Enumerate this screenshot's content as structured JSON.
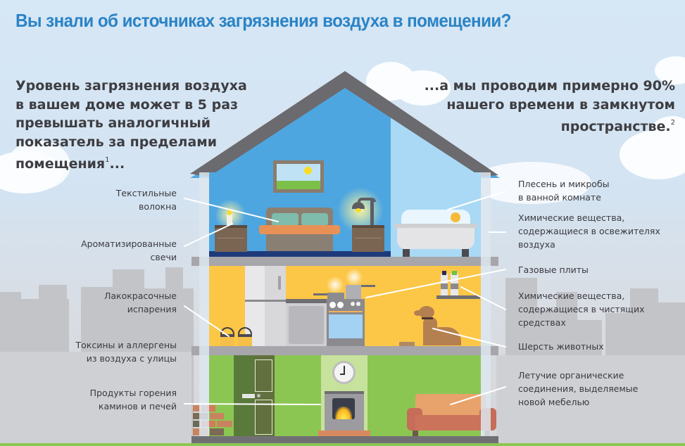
{
  "title": "Вы знали об источниках загрязнения воздуха в помещении?",
  "intro_left": {
    "lines": [
      "Уровень загрязнения воздуха",
      "в вашем доме может в 5 раз",
      "превышать аналогичный",
      "показатель за пределами",
      "помещения"
    ],
    "footnote": "1",
    "suffix": "..."
  },
  "intro_right": {
    "lines": [
      "...а мы проводим примерно 90%",
      "нашего времени в замкнутом",
      "пространстве."
    ],
    "footnote": "2"
  },
  "labels_left": [
    {
      "id": "textile",
      "lines": [
        "Текстильные",
        "волокна"
      ]
    },
    {
      "id": "candles",
      "lines": [
        "Ароматизированные",
        "свечи"
      ]
    },
    {
      "id": "paint",
      "lines": [
        "Лакокрасочные",
        "испарения"
      ]
    },
    {
      "id": "outdoor",
      "lines": [
        "Токсины и аллергены",
        "из воздуха с улицы"
      ]
    },
    {
      "id": "combustion",
      "lines": [
        "Продукты горения",
        "каминов и печей"
      ]
    }
  ],
  "labels_right": [
    {
      "id": "mold",
      "lines": [
        "Плесень и микробы",
        "в ванной комнате"
      ]
    },
    {
      "id": "fresheners",
      "lines": [
        "Химические вещества,",
        "содержащиеся в освежителях",
        "воздуха"
      ]
    },
    {
      "id": "gas",
      "lines": [
        "Газовые плиты"
      ]
    },
    {
      "id": "cleaners",
      "lines": [
        "Химические вещества,",
        "содержащиеся в чистящих",
        "средствах"
      ]
    },
    {
      "id": "pets",
      "lines": [
        "Шерсть животных"
      ]
    },
    {
      "id": "voc",
      "lines": [
        "Летучие органические",
        "соединения, выделяемые",
        "новой мебелью"
      ]
    }
  ],
  "clock": {
    "time": "9:00"
  },
  "colors": {
    "title": "#2a83c6",
    "roof": "#6b6a6e",
    "bedroom_wall": "#4ea6e0",
    "bathroom_wall": "#a9d9f5",
    "kitchen_wall": "#fcc747",
    "living_wall": "#8bc653",
    "floor": "#a7a6ab",
    "ground": "#8bc653"
  }
}
